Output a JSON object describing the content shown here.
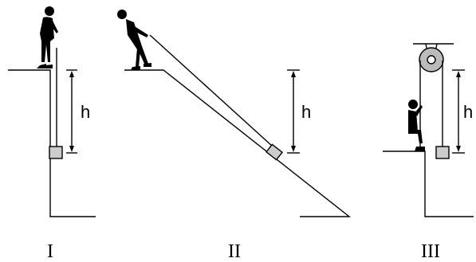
{
  "diagram": {
    "height_label": "h",
    "panels": [
      {
        "numeral": "I"
      },
      {
        "numeral": "II"
      },
      {
        "numeral": "III"
      }
    ],
    "colors": {
      "ink": "#000000",
      "block_fill": "#cccccc",
      "pulley_fill": "#bbbbbb",
      "person": "#000000"
    }
  }
}
